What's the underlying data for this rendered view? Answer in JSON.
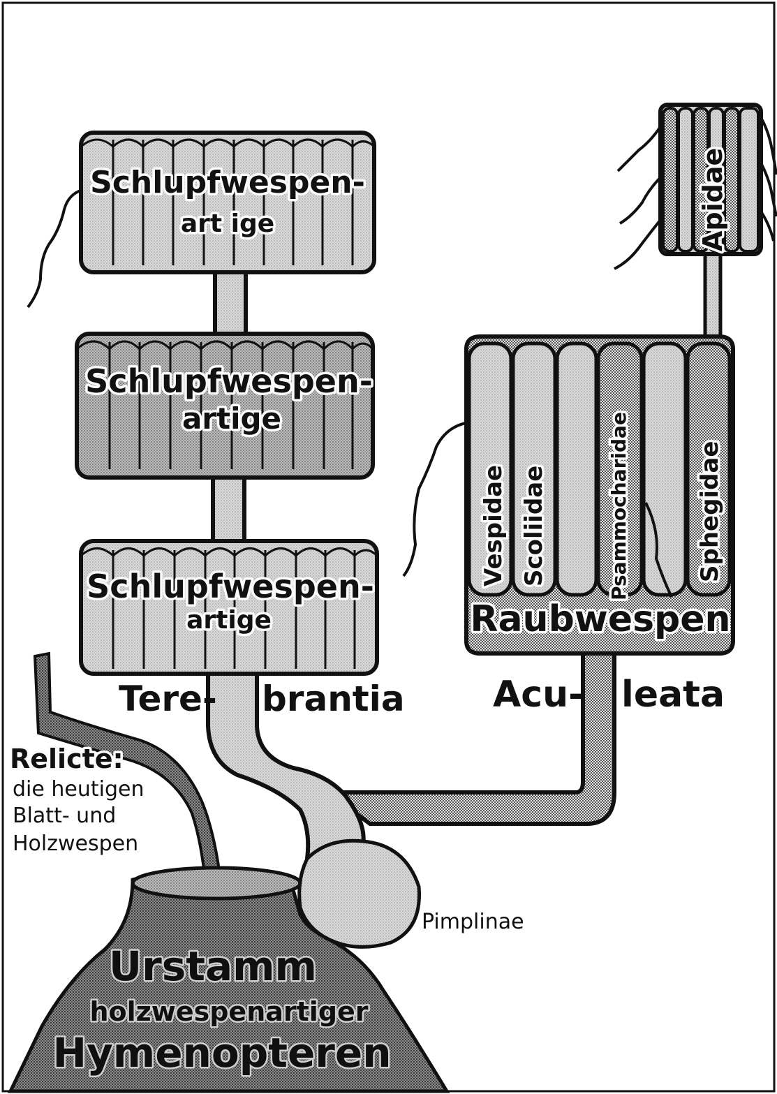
{
  "diagram": {
    "block_label_line1": "Schlupfwespen-",
    "blocks": [
      {
        "line1": "Schlupfwespen-",
        "line2": "art ige"
      },
      {
        "line1": "Schlupfwespen-",
        "line2": "artige"
      },
      {
        "line1": "Schlupfwespen-",
        "line2": "artige"
      }
    ],
    "terebrantia": {
      "part1": "Tere-",
      "part2": "brantia"
    },
    "aculeata": {
      "part1": "Acu-",
      "part2": "leata"
    },
    "raubwespen": "Raubwespen",
    "families": [
      "Vespidae",
      "Scoliidae",
      "Psammocharidae",
      "Sphegidae"
    ],
    "apidae": "Apidae",
    "relicte": {
      "title": "Relicte:",
      "line1": "die heutigen",
      "line2": "Blatt- und",
      "line3": "Holzwespen"
    },
    "pimplinae": "Pimplinae",
    "urstamm": {
      "line1": "Urstamm",
      "line2": "holzwespenartiger",
      "line3": "Hymenopteren"
    }
  }
}
